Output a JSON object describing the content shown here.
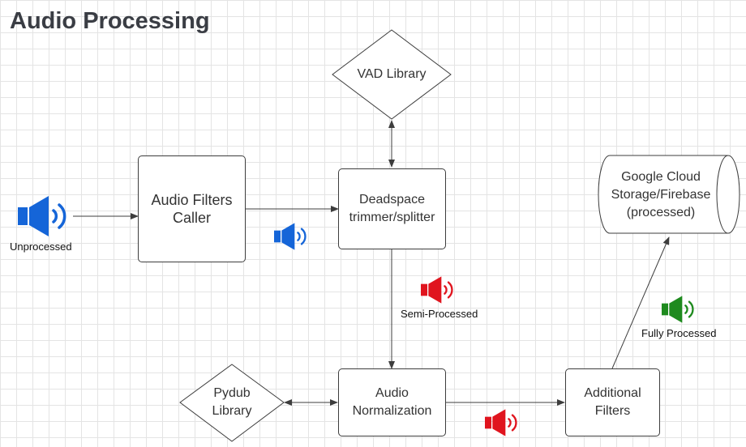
{
  "title": "Audio Processing",
  "nodes": {
    "audio_filters_caller": "Audio Filters\nCaller",
    "deadspace": "Deadspace\ntrimmer/splitter",
    "vad_library": "VAD Library",
    "google_cloud": "Google Cloud\nStorage/Firebase\n(processed)",
    "audio_normalization": "Audio\nNormalization",
    "pydub_library": "Pydub\nLibrary",
    "additional_filters": "Additional\nFilters"
  },
  "audio_states": {
    "unprocessed": "Unprocessed",
    "semi_processed": "Semi-Processed",
    "fully_processed": "Fully Processed"
  },
  "colors": {
    "unprocessed": "#1565d8",
    "semi_processed": "#e0141e",
    "fully_processed": "#1e8a1e"
  },
  "icons": {
    "speaker": "speaker-sound-icon"
  }
}
